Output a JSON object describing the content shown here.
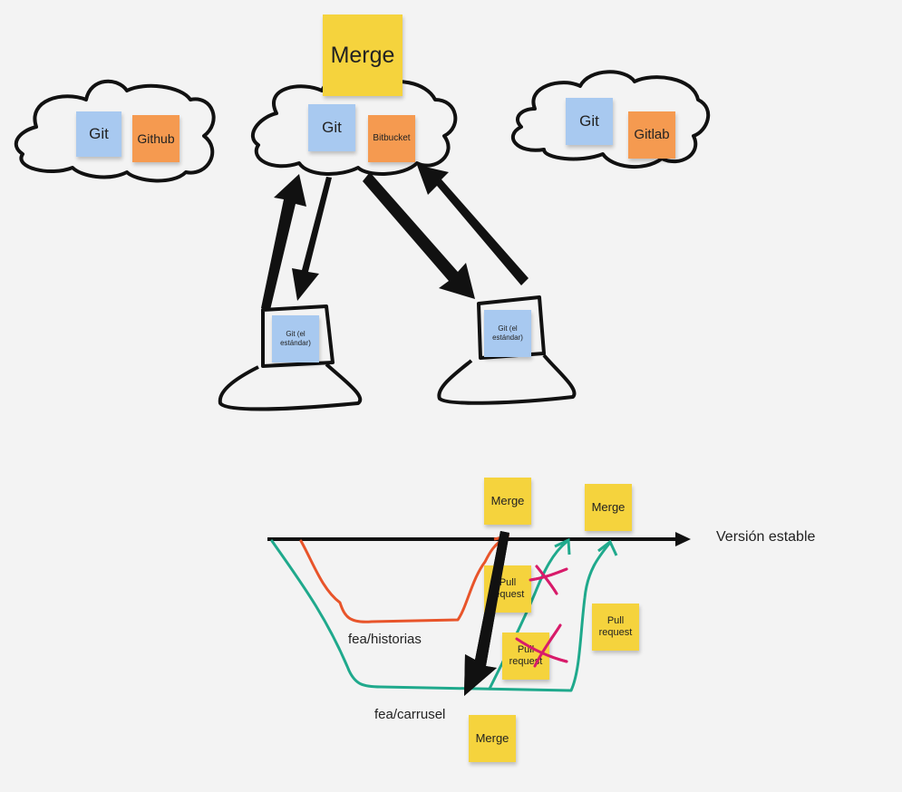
{
  "top_diagram": {
    "merge_main": "Merge",
    "cloud_left": {
      "git": "Git",
      "host": "Github"
    },
    "cloud_center": {
      "git": "Git",
      "host": "Bitbucket"
    },
    "cloud_right": {
      "git": "Git",
      "host": "Gitlab"
    },
    "computer_left": {
      "label": "Git (el estándar)"
    },
    "computer_right": {
      "label": "Git (el estándar)"
    }
  },
  "bottom_diagram": {
    "timeline_label": "Versión estable",
    "branch_1": "fea/historias",
    "branch_2": "fea/carrusel",
    "merge_1": "Merge",
    "merge_2": "Merge",
    "merge_3": "Merge",
    "pull_request_1": "Pull request",
    "pull_request_2": "Pull request",
    "pull_request_3": "Pull request"
  },
  "colors": {
    "sticky_yellow": "#f5d33d",
    "sticky_blue": "#a8c9f0",
    "sticky_orange": "#f59a50",
    "branch_red": "#e8542a",
    "branch_green": "#1fa98c",
    "cross_magenta": "#d81b6a",
    "ink": "#111111"
  }
}
